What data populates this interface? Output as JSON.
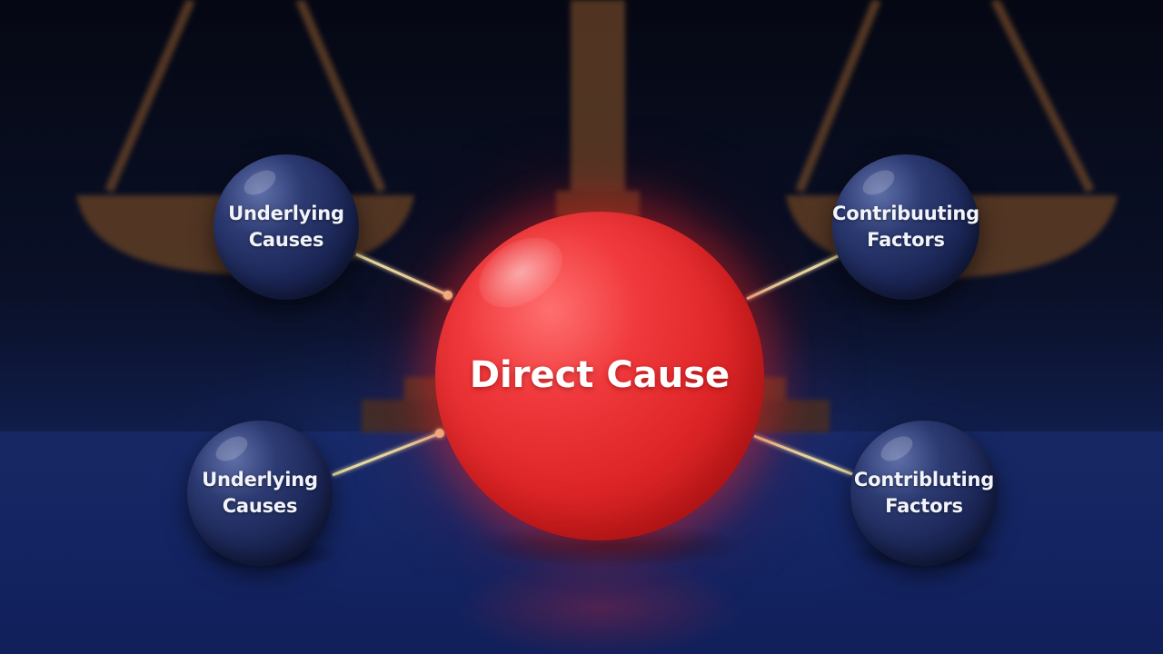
{
  "diagram": {
    "center_label": "Direct Cause",
    "nodes": [
      {
        "id": "top-left",
        "label": "Underlying\nCauses"
      },
      {
        "id": "top-right",
        "label": "Contribuuting\nFactors"
      },
      {
        "id": "bottom-left",
        "label": "Underlying\nCauses"
      },
      {
        "id": "bottom-right",
        "label": "Contribluting\nFactors"
      }
    ]
  },
  "colors": {
    "center_sphere": "#dc2426",
    "node_sphere": "#1b2656",
    "connector": "#e8d9a0",
    "scales": "#7a4a2a",
    "background": "#0a1028"
  }
}
